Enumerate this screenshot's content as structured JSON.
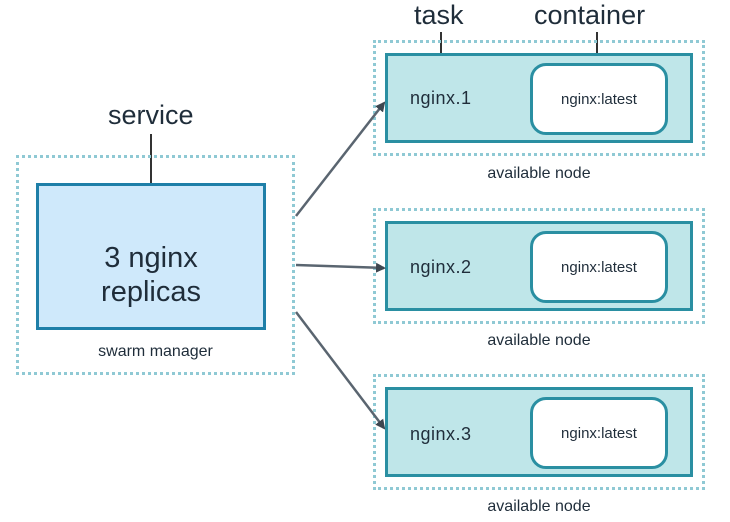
{
  "labels": {
    "service": "service",
    "task": "task",
    "container": "container"
  },
  "manager": {
    "service_text_line1": "3 nginx",
    "service_text_line2": "replicas",
    "caption": "swarm manager"
  },
  "nodes": [
    {
      "task": "nginx.1",
      "container": "nginx:latest",
      "caption": "available node"
    },
    {
      "task": "nginx.2",
      "container": "nginx:latest",
      "caption": "available node"
    },
    {
      "task": "nginx.3",
      "container": "nginx:latest",
      "caption": "available node"
    }
  ],
  "colors": {
    "dotted_border": "#8fc9d4",
    "service_fill": "#cfe9fb",
    "service_border": "#1e7fa8",
    "task_fill": "#bfe6e9",
    "task_border": "#2a8fa2",
    "arrow": "#5a6570"
  }
}
